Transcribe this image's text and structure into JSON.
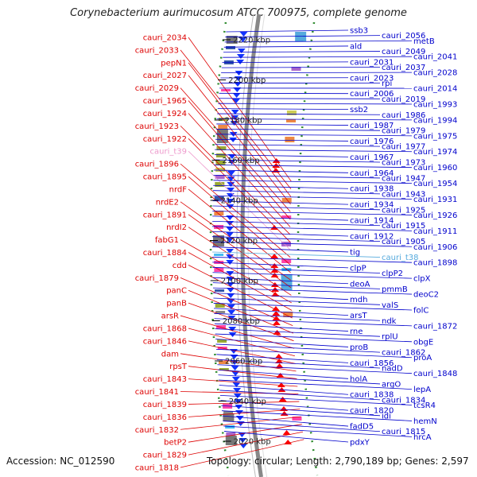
{
  "title": "Corynebacterium aurimucosum ATCC 700975, complete genome",
  "footer": {
    "accession": "Accession: NC_012590",
    "topology": "Topology: circular; Length: 2,790,189 bp; Genes: 2,597"
  },
  "colors": {
    "reverse_label": "#dd0000",
    "forward_label": "#0000cc",
    "rna_label_rev": "#ee99cc",
    "rna_label_fwd": "#55aadd",
    "reverse_arrow": "#ff0000",
    "forward_arrow": "#1133ff"
  },
  "ticks": [
    "2220 kbp",
    "2200 kbp",
    "2180 kbp",
    "2160 kbp",
    "2140 kbp",
    "2120 kbp",
    "2100 kbp",
    "2080 kbp",
    "2060 kbp",
    "2040 kbp",
    "2020 kbp"
  ],
  "left_labels": [
    {
      "text": "cauri_2034",
      "rna": false
    },
    {
      "text": "cauri_2033",
      "rna": false
    },
    {
      "text": "pepN1",
      "rna": false
    },
    {
      "text": "cauri_2027",
      "rna": false
    },
    {
      "text": "cauri_2029",
      "rna": false
    },
    {
      "text": "cauri_1965",
      "rna": false
    },
    {
      "text": "cauri_1924",
      "rna": false
    },
    {
      "text": "cauri_1923",
      "rna": false
    },
    {
      "text": "cauri_1922",
      "rna": false
    },
    {
      "text": "cauri_t39",
      "rna": true
    },
    {
      "text": "cauri_1896",
      "rna": false
    },
    {
      "text": "cauri_1895",
      "rna": false
    },
    {
      "text": "nrdF",
      "rna": false
    },
    {
      "text": "nrdE2",
      "rna": false
    },
    {
      "text": "cauri_1891",
      "rna": false
    },
    {
      "text": "nrdI2",
      "rna": false
    },
    {
      "text": "fabG1",
      "rna": false
    },
    {
      "text": "cauri_1884",
      "rna": false
    },
    {
      "text": "cdd",
      "rna": false
    },
    {
      "text": "cauri_1879",
      "rna": false
    },
    {
      "text": "panC",
      "rna": false
    },
    {
      "text": "panB",
      "rna": false
    },
    {
      "text": "arsR",
      "rna": false
    },
    {
      "text": "cauri_1868",
      "rna": false
    },
    {
      "text": "cauri_1846",
      "rna": false
    },
    {
      "text": "dam",
      "rna": false
    },
    {
      "text": "rpsT",
      "rna": false
    },
    {
      "text": "cauri_1843",
      "rna": false
    },
    {
      "text": "cauri_1841",
      "rna": false
    },
    {
      "text": "cauri_1839",
      "rna": false
    },
    {
      "text": "cauri_1836",
      "rna": false
    },
    {
      "text": "cauri_1832",
      "rna": false
    },
    {
      "text": "betP2",
      "rna": false
    },
    {
      "text": "cauri_1829",
      "rna": false
    },
    {
      "text": "cauri_1818",
      "rna": false
    }
  ],
  "right_labels": [
    {
      "text": "ssb3",
      "rna": false
    },
    {
      "text": "cauri_2056",
      "rna": false
    },
    {
      "text": "metB",
      "rna": false
    },
    {
      "text": "ald",
      "rna": false
    },
    {
      "text": "cauri_2049",
      "rna": false
    },
    {
      "text": "cauri_2041",
      "rna": false
    },
    {
      "text": "cauri_2031",
      "rna": false
    },
    {
      "text": "cauri_2037",
      "rna": false
    },
    {
      "text": "cauri_2028",
      "rna": false
    },
    {
      "text": "cauri_2023",
      "rna": false
    },
    {
      "text": "rpi",
      "rna": false
    },
    {
      "text": "cauri_2014",
      "rna": false
    },
    {
      "text": "cauri_2006",
      "rna": false
    },
    {
      "text": "cauri_2019",
      "rna": false
    },
    {
      "text": "cauri_1993",
      "rna": false
    },
    {
      "text": "ssb2",
      "rna": false
    },
    {
      "text": "cauri_1986",
      "rna": false
    },
    {
      "text": "cauri_1994",
      "rna": false
    },
    {
      "text": "cauri_1987",
      "rna": false
    },
    {
      "text": "cauri_1979",
      "rna": false
    },
    {
      "text": "cauri_1975",
      "rna": false
    },
    {
      "text": "cauri_1976",
      "rna": false
    },
    {
      "text": "cauri_1977",
      "rna": false
    },
    {
      "text": "cauri_1974",
      "rna": false
    },
    {
      "text": "cauri_1967",
      "rna": false
    },
    {
      "text": "cauri_1973",
      "rna": false
    },
    {
      "text": "cauri_1960",
      "rna": false
    },
    {
      "text": "cauri_1964",
      "rna": false
    },
    {
      "text": "cauri_1947",
      "rna": false
    },
    {
      "text": "cauri_1954",
      "rna": false
    },
    {
      "text": "cauri_1938",
      "rna": false
    },
    {
      "text": "cauri_1943",
      "rna": false
    },
    {
      "text": "cauri_1931",
      "rna": false
    },
    {
      "text": "cauri_1934",
      "rna": false
    },
    {
      "text": "cauri_1925",
      "rna": false
    },
    {
      "text": "cauri_1926",
      "rna": false
    },
    {
      "text": "cauri_1914",
      "rna": false
    },
    {
      "text": "cauri_1915",
      "rna": false
    },
    {
      "text": "cauri_1911",
      "rna": false
    },
    {
      "text": "cauri_1912",
      "rna": false
    },
    {
      "text": "cauri_1905",
      "rna": false
    },
    {
      "text": "cauri_1906",
      "rna": false
    },
    {
      "text": "tig",
      "rna": false
    },
    {
      "text": "cauri_t38",
      "rna": true
    },
    {
      "text": "cauri_1898",
      "rna": false
    },
    {
      "text": "clpP",
      "rna": false
    },
    {
      "text": "clpP2",
      "rna": false
    },
    {
      "text": "clpX",
      "rna": false
    },
    {
      "text": "deoA",
      "rna": false
    },
    {
      "text": "pmmB",
      "rna": false
    },
    {
      "text": "deoC2",
      "rna": false
    },
    {
      "text": "mdh",
      "rna": false
    },
    {
      "text": "valS",
      "rna": false
    },
    {
      "text": "folC",
      "rna": false
    },
    {
      "text": "arsT",
      "rna": false
    },
    {
      "text": "ndk",
      "rna": false
    },
    {
      "text": "cauri_1872",
      "rna": false
    },
    {
      "text": "rne",
      "rna": false
    },
    {
      "text": "rplU",
      "rna": false
    },
    {
      "text": "obgE",
      "rna": false
    },
    {
      "text": "proB",
      "rna": false
    },
    {
      "text": "cauri_1862",
      "rna": false
    },
    {
      "text": "proA",
      "rna": false
    },
    {
      "text": "cauri_1856",
      "rna": false
    },
    {
      "text": "nadD",
      "rna": false
    },
    {
      "text": "cauri_1848",
      "rna": false
    },
    {
      "text": "holA",
      "rna": false
    },
    {
      "text": "argO",
      "rna": false
    },
    {
      "text": "lepA",
      "rna": false
    },
    {
      "text": "cauri_1838",
      "rna": false
    },
    {
      "text": "cauri_1834",
      "rna": false
    },
    {
      "text": "tcsR4",
      "rna": false
    },
    {
      "text": "cauri_1820",
      "rna": false
    },
    {
      "text": "idi",
      "rna": false
    },
    {
      "text": "hemN",
      "rna": false
    },
    {
      "text": "fadD5",
      "rna": false
    },
    {
      "text": "cauri_1815",
      "rna": false
    },
    {
      "text": "hrcA",
      "rna": false
    },
    {
      "text": "pdxY",
      "rna": false
    }
  ]
}
